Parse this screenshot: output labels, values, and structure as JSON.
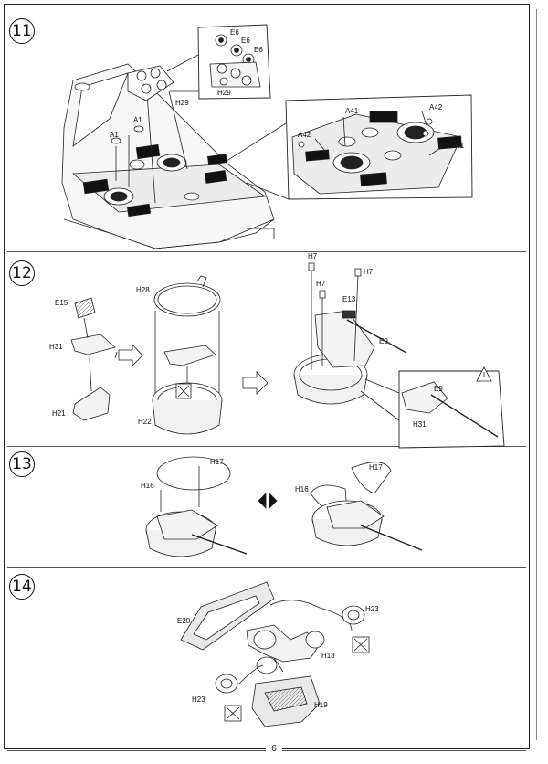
{
  "steps": [
    {
      "number": "11",
      "labels": {
        "e6a": "E6",
        "e6b": "E6",
        "e6c": "E6",
        "h29a": "H29",
        "h29b": "H29",
        "a1a": "A1",
        "a1b": "A1",
        "a41a": "A41",
        "a41b": "A41",
        "a42a": "A42",
        "a42b": "A42"
      }
    },
    {
      "number": "12",
      "labels": {
        "e15": "E15",
        "h31a": "H31",
        "h21": "H21",
        "h28": "H28",
        "h22": "H22",
        "h7a": "H7",
        "h7b": "H7",
        "h7c": "H7",
        "e13": "E13",
        "e9a": "E9",
        "e9b": "E9",
        "h31b": "H31"
      }
    },
    {
      "number": "13",
      "labels": {
        "h17a": "H17",
        "h16a": "H16",
        "h17b": "H17",
        "h16b": "H16"
      }
    },
    {
      "number": "14",
      "labels": {
        "e20": "E20",
        "h23a": "H23",
        "h23b": "H23",
        "h18": "H18",
        "h19": "H19"
      }
    }
  ],
  "page_number": "6"
}
